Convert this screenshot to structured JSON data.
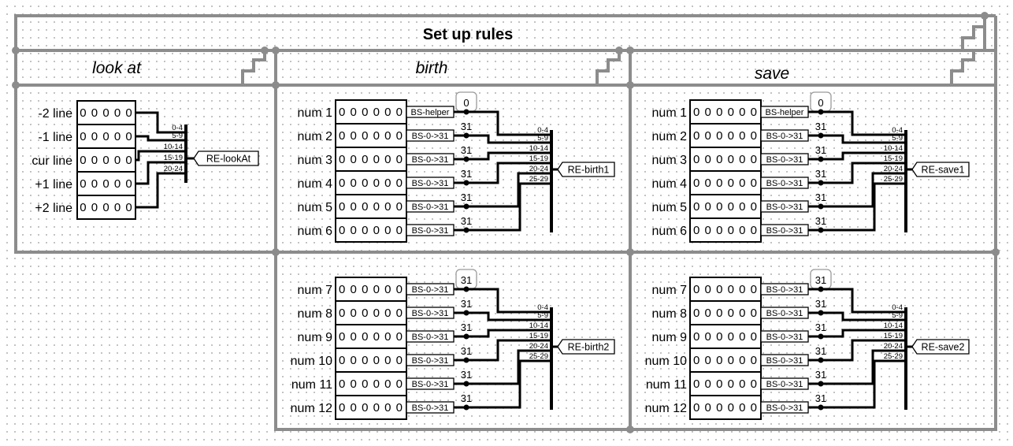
{
  "header": {
    "title": "Set up rules"
  },
  "sections": {
    "look_at": {
      "title": "look at"
    },
    "birth": {
      "title": "birth"
    },
    "save": {
      "title": "save"
    }
  },
  "look_at_block": {
    "row_labels": [
      "-2 line",
      "-1 line",
      "cur line",
      "+1 line",
      "+2 line"
    ],
    "bits": "0 0 0 0 0",
    "ranges": [
      "0-4",
      "5-9",
      "10-14",
      "15-19",
      "20-24"
    ],
    "output": "RE-lookAt"
  },
  "rule_blocks": [
    {
      "id": "birth1",
      "row_labels": [
        "num 1",
        "num 2",
        "num 3",
        "num 4",
        "num 5",
        "num 6"
      ],
      "bits": "0 0 0 0 0 0",
      "tags": [
        "BS-helper",
        "BS-0->31",
        "BS-0->31",
        "BS-0->31",
        "BS-0->31",
        "BS-0->31"
      ],
      "constants": [
        "0",
        "31",
        "31",
        "31",
        "31",
        "31"
      ],
      "ranges": [
        "0-4",
        "5-9",
        "10-14",
        "15-19",
        "20-24",
        "25-29"
      ],
      "output": "RE-birth1"
    },
    {
      "id": "save1",
      "row_labels": [
        "num 1",
        "num 2",
        "num 3",
        "num 4",
        "num 5",
        "num 6"
      ],
      "bits": "0 0 0 0 0 0",
      "tags": [
        "BS-helper",
        "BS-0->31",
        "BS-0->31",
        "BS-0->31",
        "BS-0->31",
        "BS-0->31"
      ],
      "constants": [
        "0",
        "31",
        "31",
        "31",
        "31",
        "31"
      ],
      "ranges": [
        "0-4",
        "5-9",
        "10-14",
        "15-19",
        "20-24",
        "25-29"
      ],
      "output": "RE-save1"
    },
    {
      "id": "birth2",
      "row_labels": [
        "num 7",
        "num 8",
        "num 9",
        "num 10",
        "num 11",
        "num 12"
      ],
      "bits": "0 0 0 0 0 0",
      "tags": [
        "BS-0->31",
        "BS-0->31",
        "BS-0->31",
        "BS-0->31",
        "BS-0->31",
        "BS-0->31"
      ],
      "constants": [
        "31",
        "31",
        "31",
        "31",
        "31",
        "31"
      ],
      "ranges": [
        "0-4",
        "5-9",
        "10-14",
        "15-19",
        "20-24",
        "25-29"
      ],
      "output": "RE-birth2"
    },
    {
      "id": "save2",
      "row_labels": [
        "num 7",
        "num 8",
        "num 9",
        "num 10",
        "num 11",
        "num 12"
      ],
      "bits": "0 0 0 0 0 0",
      "tags": [
        "BS-0->31",
        "BS-0->31",
        "BS-0->31",
        "BS-0->31",
        "BS-0->31",
        "BS-0->31"
      ],
      "constants": [
        "31",
        "31",
        "31",
        "31",
        "31",
        "31"
      ],
      "ranges": [
        "0-4",
        "5-9",
        "10-14",
        "15-19",
        "20-24",
        "25-29"
      ],
      "output": "RE-save2"
    }
  ]
}
